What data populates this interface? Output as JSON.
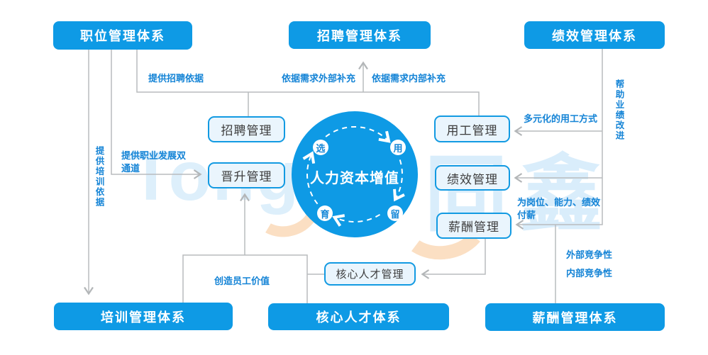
{
  "colors": {
    "primary_blue": "#0e9ae5",
    "light_box_fill": "#eaf5fd",
    "light_box_border": "#129ae2",
    "connector_gray": "#b9bcbe",
    "label_blue": "#1584d6",
    "watermark_blue": "#d9edfb",
    "watermark_orange": "#fbdfc3"
  },
  "center": {
    "title": "人力资本增值",
    "cycle": [
      "选",
      "用",
      "育",
      "留"
    ]
  },
  "systems": {
    "position": "职位管理体系",
    "recruitment": "招聘管理体系",
    "performance": "绩效管理体系",
    "training": "培训管理体系",
    "core_talent": "核心人才体系",
    "compensation": "薪酬管理体系"
  },
  "modules": {
    "recruitment": "招聘管理",
    "promotion": "晋升管理",
    "employment": "用工管理",
    "performance": "绩效管理",
    "compensation": "薪酬管理",
    "core_talent": "核心人才管理"
  },
  "edge_labels": {
    "provide_recruitment_basis": "提供招聘依据",
    "external_supplement": "依据需求外部补充",
    "internal_supplement": "依据需求内部补充",
    "diversified_employment": "多元化的用工方式",
    "help_performance_improvement": "帮助业绩改进",
    "provide_training_basis": "提供培训依据",
    "dual_career_channel": "提供职业发展双通道",
    "pay_for_position_ability_performance": "为岗位、能力、绩效付薪",
    "external_competitiveness": "外部竞争性",
    "internal_competitiveness": "内部竞争性",
    "create_employee_value": "创造员工价值"
  },
  "watermark": {
    "latin": "Tong",
    "hanzi": "同鑫"
  }
}
